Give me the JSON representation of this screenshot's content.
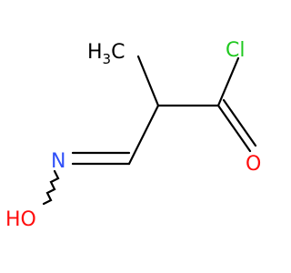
{
  "molecule": {
    "atoms": {
      "methyl": {
        "main": "H",
        "sub": "3",
        "tail": "C"
      },
      "chlorine": "Cl",
      "oxygen": "O",
      "nitrogen": "N",
      "hydroxyl": "HO"
    }
  },
  "colors": {
    "bond": "#000000",
    "carbon": "#000000",
    "chlorine": "#1fc81f",
    "oxygen": "#ff0d0d",
    "nitrogen": "#3050f8"
  }
}
